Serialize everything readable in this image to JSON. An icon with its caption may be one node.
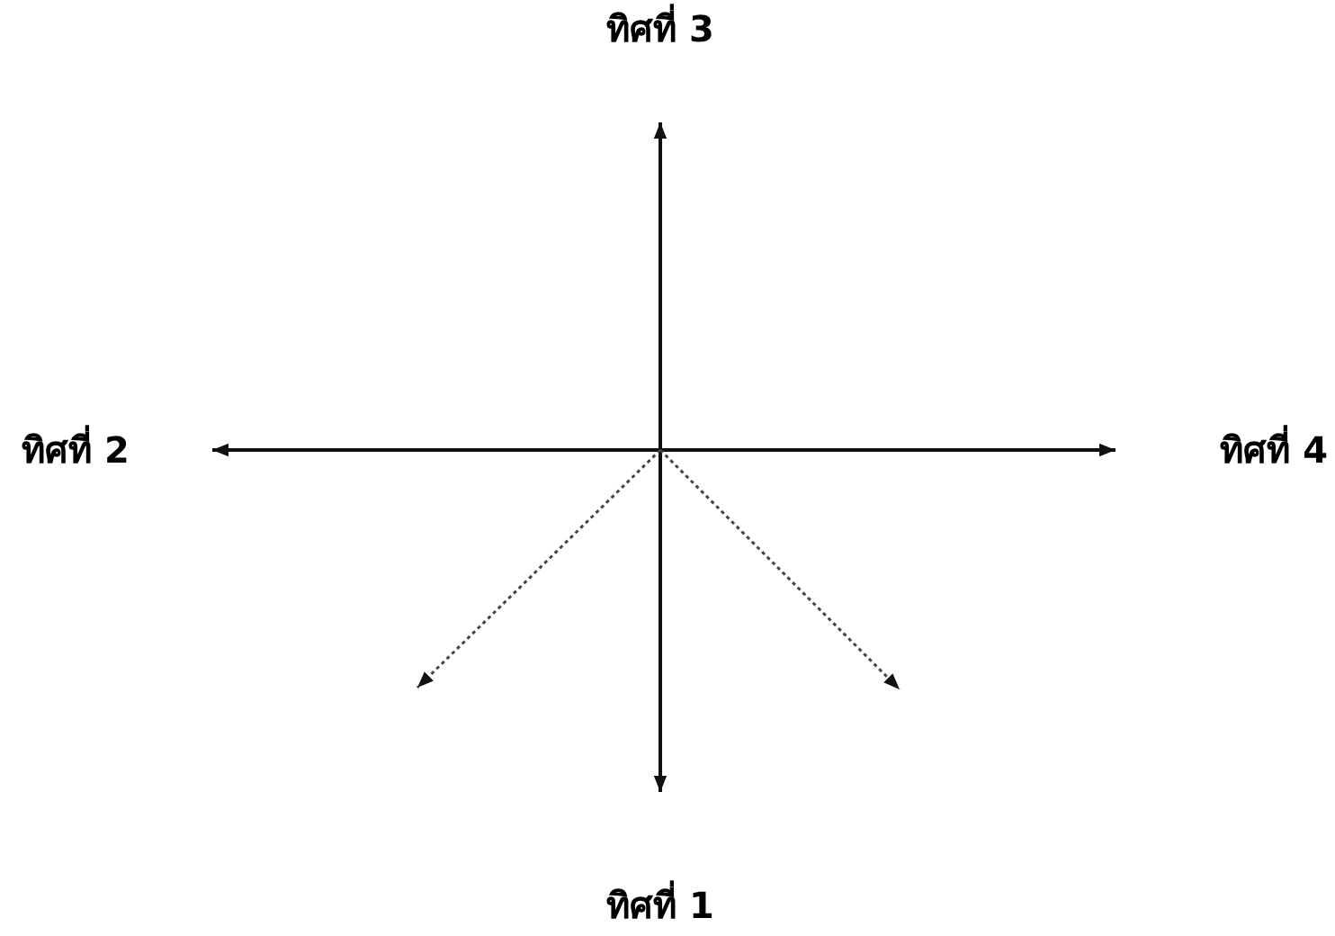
{
  "diagram": {
    "nodes": [
      {
        "text": [
          "ทิศที่ 3"
        ]
      },
      {
        "text": [
          "ทิศที่ 2"
        ]
      },
      {
        "text": [
          "ทิศที่ 4"
        ]
      },
      {
        "text": [
          "ทิศที่ 1"
        ]
      }
    ],
    "edges": [
      {
        "from": null,
        "to": 0,
        "arrow": "to"
      },
      {
        "from": null,
        "to": 1,
        "arrow": "to"
      },
      {
        "from": null,
        "to": 2,
        "arrow": "to"
      },
      {
        "from": null,
        "to": 3,
        "arrow": "to"
      }
    ]
  }
}
